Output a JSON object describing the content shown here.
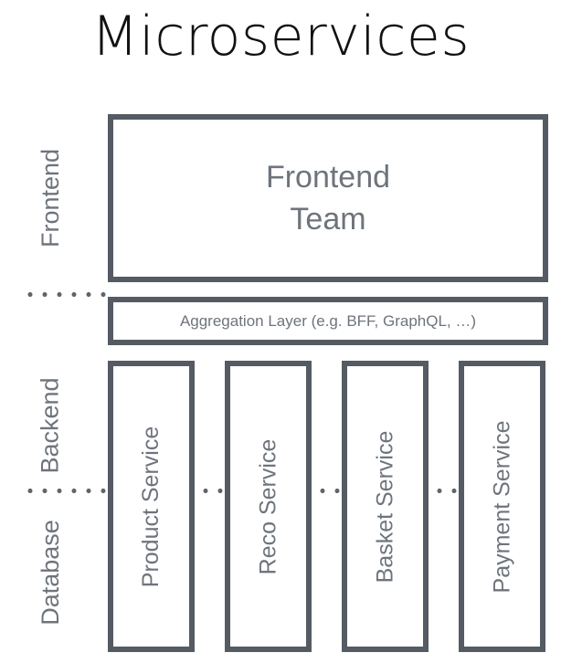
{
  "title": "Microservices",
  "colors": {
    "border": "#555b63",
    "text_gray": "#6e747c",
    "title_black": "#111111",
    "dot": "#5f656d",
    "background": "#ffffff"
  },
  "bands": [
    {
      "id": "frontend",
      "label": "Frontend"
    },
    {
      "id": "backend",
      "label": "Backend"
    },
    {
      "id": "database",
      "label": "Database"
    }
  ],
  "frontend_box": {
    "label": "Frontend\nTeam"
  },
  "aggregation_box": {
    "label": "Aggregation Layer (e.g. BFF, GraphQL, …)"
  },
  "services": [
    {
      "label": "Product Service"
    },
    {
      "label": "Reco Service"
    },
    {
      "label": "Basket Service"
    },
    {
      "label": "Payment Service"
    }
  ],
  "dividers": [
    {
      "id": "frontend-backend",
      "style": "dotted"
    },
    {
      "id": "backend-database",
      "style": "dotted"
    }
  ]
}
